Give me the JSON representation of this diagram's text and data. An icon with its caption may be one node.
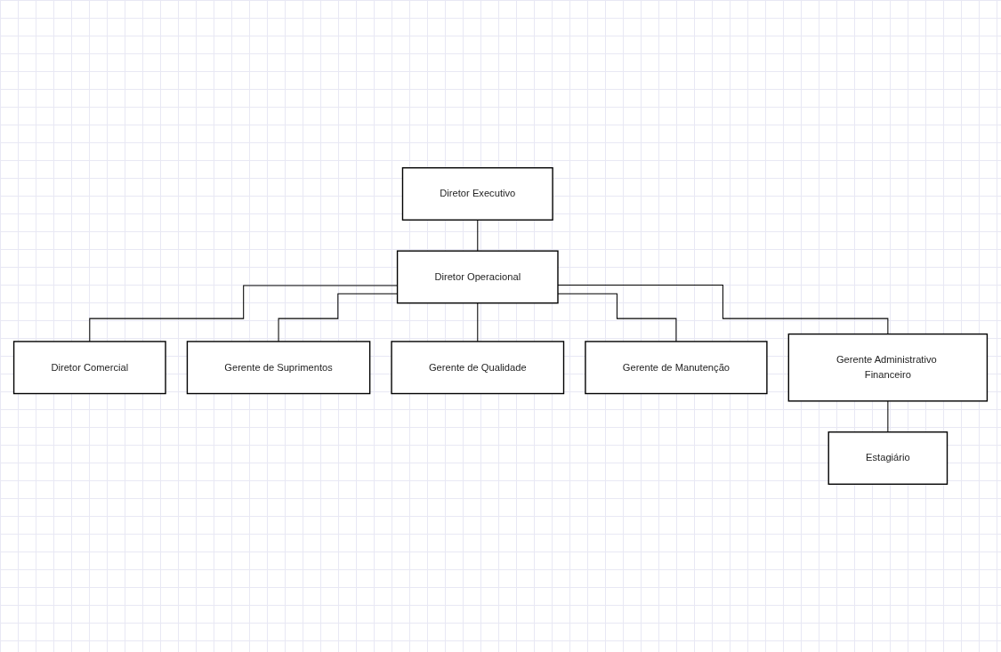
{
  "diagram": {
    "nodes": [
      {
        "text": [
          "Diretor Executivo"
        ]
      },
      {
        "text": [
          "Diretor Operacional"
        ]
      },
      {
        "text": [
          "Diretor Comercial"
        ]
      },
      {
        "text": [
          "Gerente de Suprimentos"
        ]
      },
      {
        "text": [
          "Gerente de Qualidade"
        ]
      },
      {
        "text": [
          "Gerente de Manutenção"
        ]
      },
      {
        "text": [
          "Gerente Administrativo Financeiro"
        ]
      },
      {
        "text": [
          "Estagiário"
        ]
      }
    ],
    "edges": [
      {
        "from": 0,
        "to": 1,
        "arrow": "none"
      },
      {
        "from": 1,
        "to": 2,
        "arrow": "none"
      },
      {
        "from": 1,
        "to": 3,
        "arrow": "none"
      },
      {
        "from": 1,
        "to": 4,
        "arrow": "none"
      },
      {
        "from": 1,
        "to": 5,
        "arrow": "none"
      },
      {
        "from": 1,
        "to": 6,
        "arrow": "none"
      },
      {
        "from": 6,
        "to": 7,
        "arrow": "none"
      }
    ]
  }
}
